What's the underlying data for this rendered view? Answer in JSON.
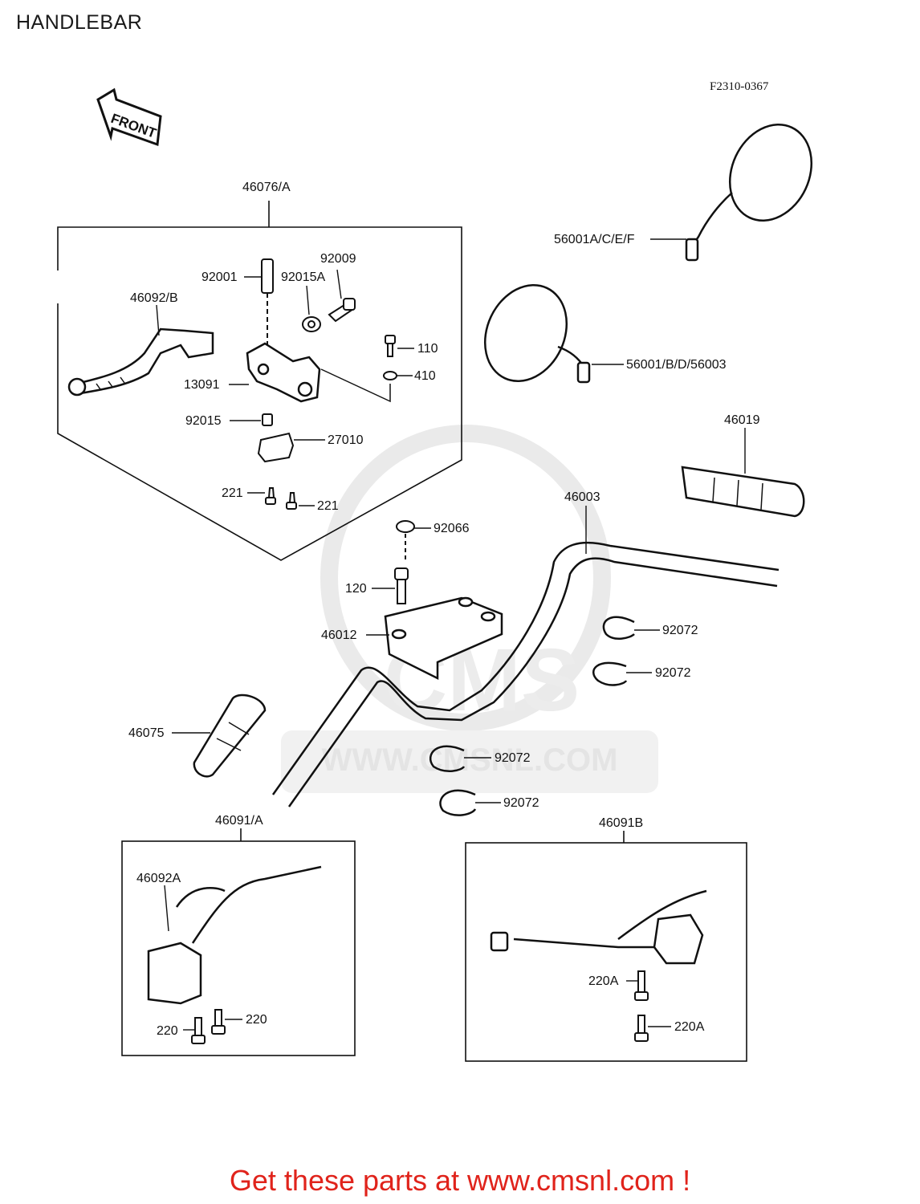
{
  "title": "HANDLEBAR",
  "reference_code": "F2310-0367",
  "front_label": "FRONT",
  "watermark": {
    "brand": "CMS",
    "url": "WWW.CMSNL.COM"
  },
  "promo_text": "Get these parts at www.cmsnl.com !",
  "colors": {
    "line": "#111111",
    "promo": "#e0231b",
    "watermark": "#d9d9d9"
  },
  "groups": {
    "lever_assembly": "46076/A",
    "left_switch": "46091/A",
    "right_switch": "46091B"
  },
  "parts": {
    "p92001": "92001",
    "p92009": "92009",
    "p92015A": "92015A",
    "p46092B": "46092/B",
    "p110": "110",
    "p410": "410",
    "p13091": "13091",
    "p92015": "92015",
    "p27010": "27010",
    "p221a": "221",
    "p221b": "221",
    "p56001ACEF": "56001A/C/E/F",
    "p56001BD": "56001/B/D/56003",
    "p46019": "46019",
    "p46003": "46003",
    "p92066": "92066",
    "p120": "120",
    "p46012": "46012",
    "p92072a": "92072",
    "p92072b": "92072",
    "p92072c": "92072",
    "p92072d": "92072",
    "p46075": "46075",
    "p46092A": "46092A",
    "p220a": "220",
    "p220b": "220",
    "p220Aa": "220A",
    "p220Ab": "220A"
  }
}
